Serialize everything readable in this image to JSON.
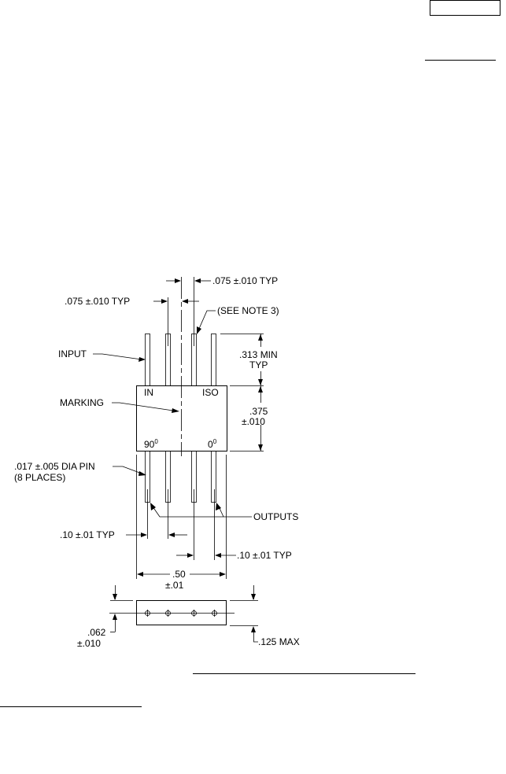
{
  "dimensions": {
    "pin_spacing_top_right": ".075 ±.010 TYP",
    "pin_spacing_top_left": ".075 ±.010 TYP",
    "see_note": "(SEE NOTE 3)",
    "input": "INPUT",
    "pin_length_1": ".313 MIN",
    "pin_length_2": "TYP",
    "marking": "MARKING",
    "body_height_1": ".375",
    "body_height_2": "±.010",
    "pin_dia_1": ".017 ±.005 DIA PIN",
    "pin_dia_2": "(8 PLACES)",
    "outputs": "OUTPUTS",
    "spacing_left": ".10 ±.01 TYP",
    "spacing_right": ".10 ±.01 TYP",
    "width_1": ".50",
    "width_2": "±.01",
    "offset_1": ".062",
    "offset_2": "±.010",
    "thickness": ".125 MAX"
  },
  "body_labels": {
    "in": "IN",
    "iso": "ISO",
    "deg90": "90",
    "deg0": "0",
    "sup": "0"
  }
}
